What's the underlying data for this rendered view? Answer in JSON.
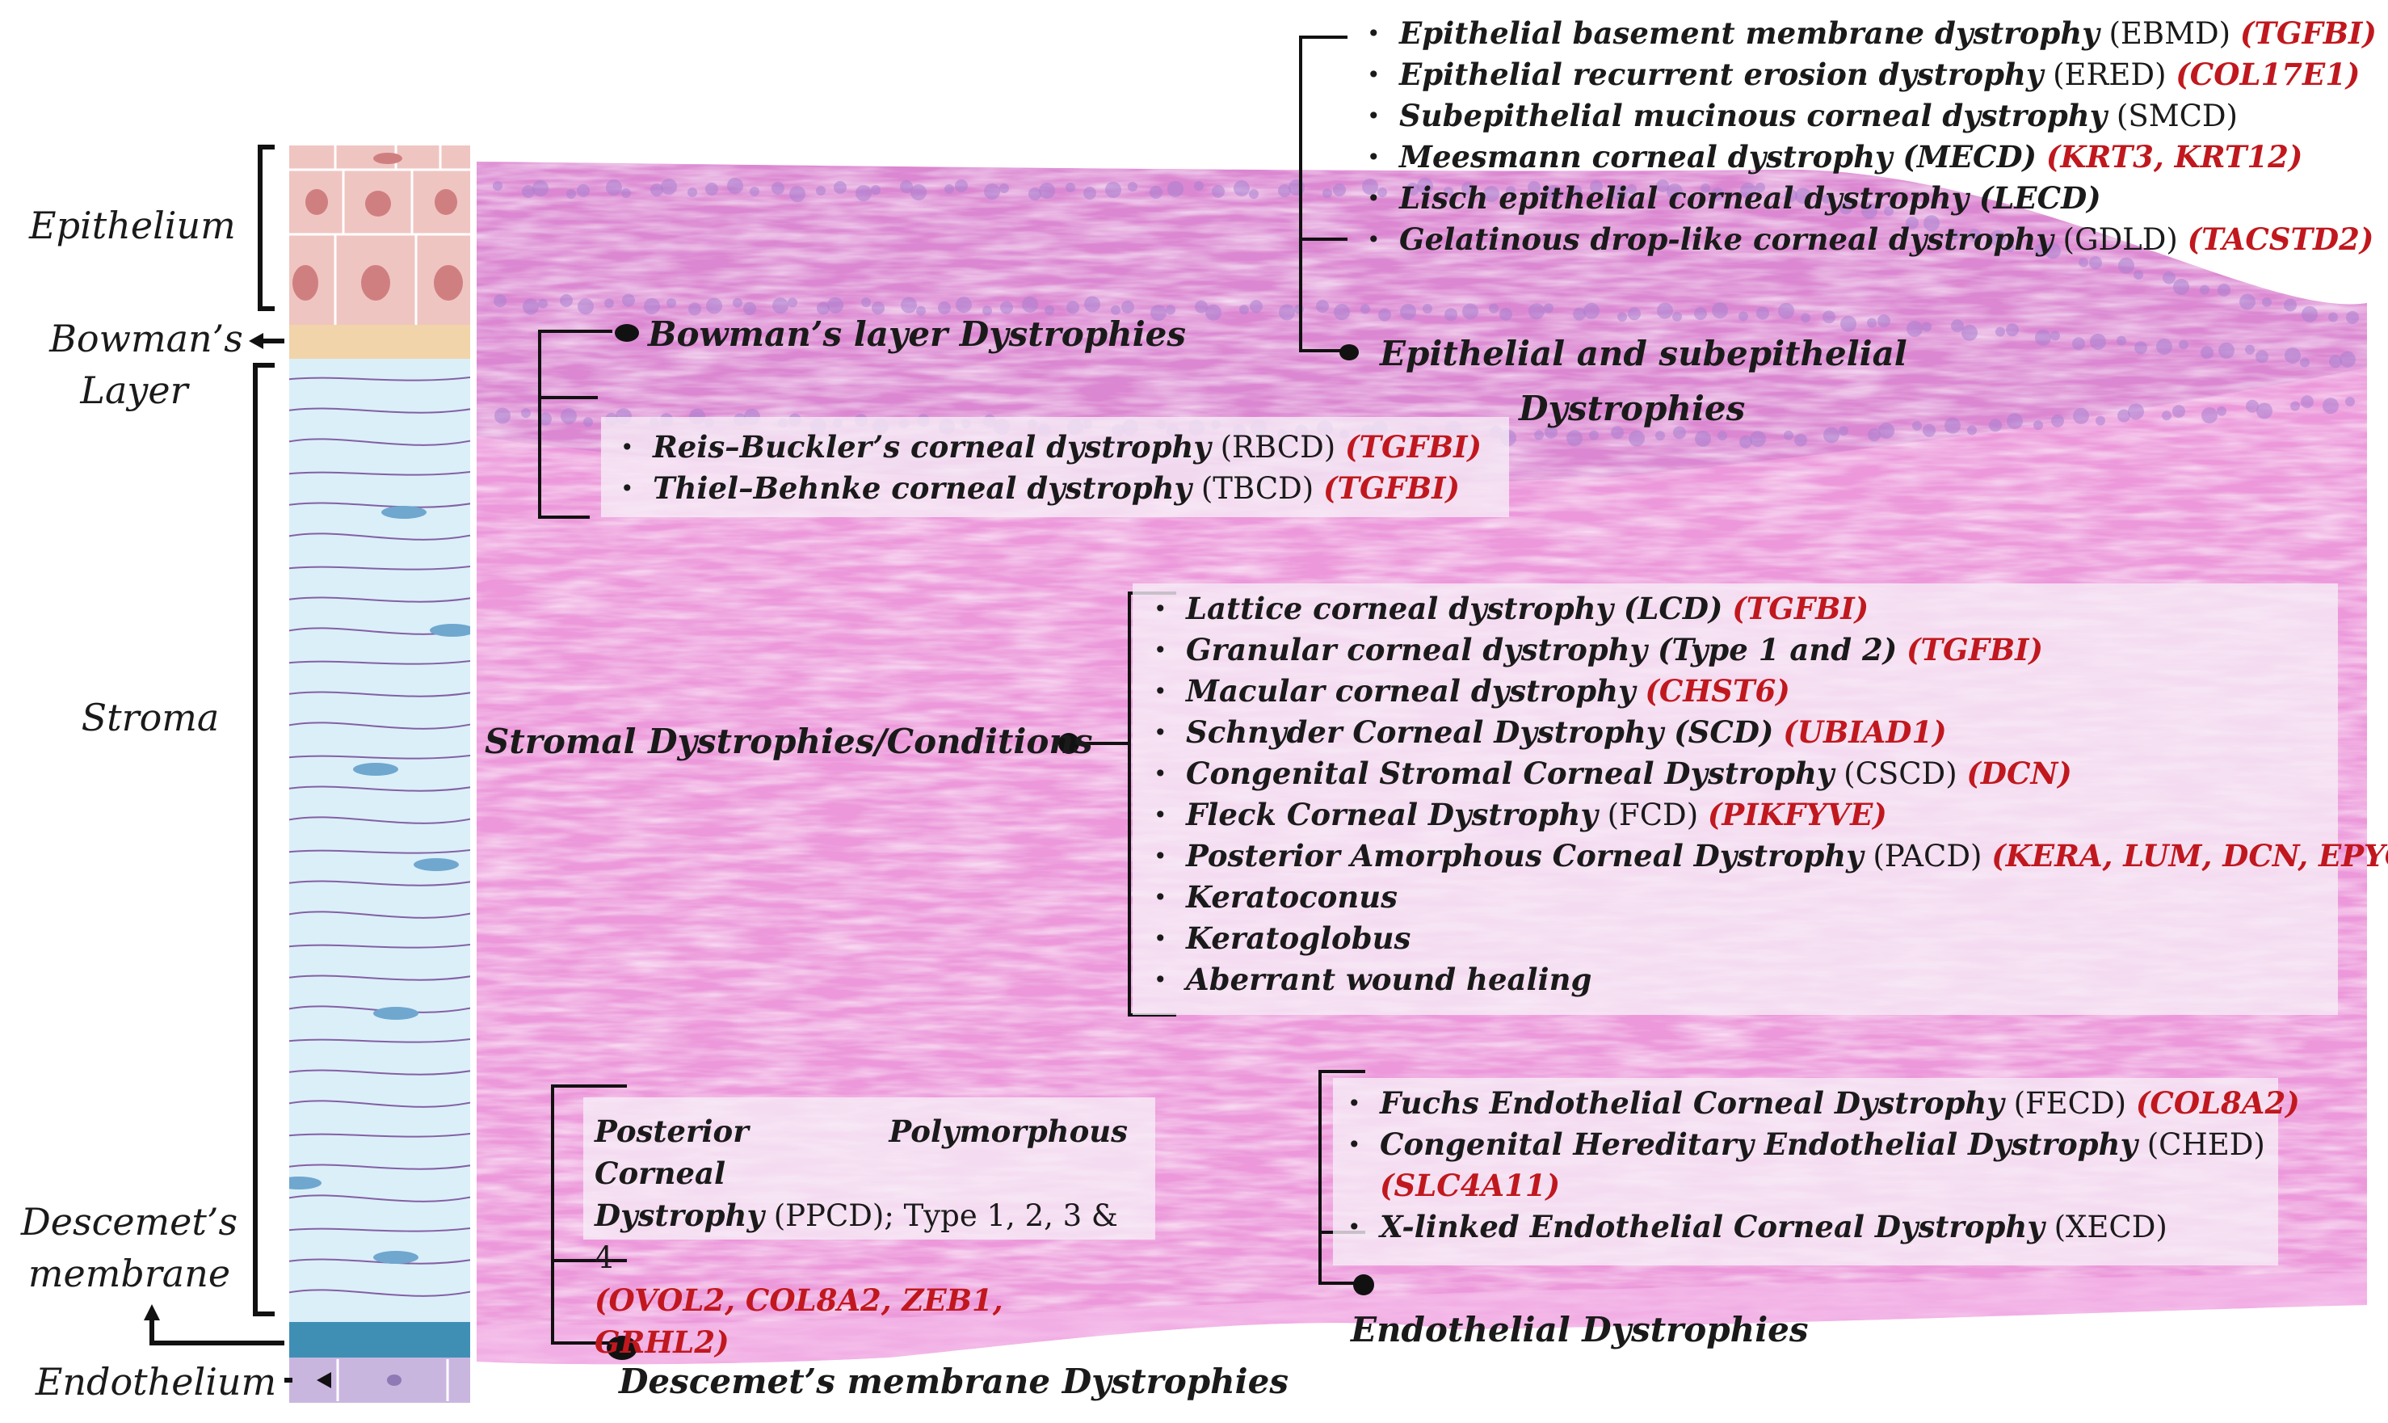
{
  "colors": {
    "gene_red": "#c0181e",
    "tissue_pink": "#ec98da",
    "epithelium_cells": "#efc5c2",
    "epithelium_nucleus": "#d07f80",
    "bowman": "#f2d4aa",
    "stroma": "#dbeff9",
    "stroma_fiber": "#6e3c8e",
    "descemet": "#3f8fb4",
    "endothelium": "#c9b6df"
  },
  "layers": {
    "epithelium": "Epithelium",
    "bowman_line1": "Bowman’s",
    "bowman_line2": "Layer",
    "stroma": "Stroma",
    "descemet_line1": "Descemet’s",
    "descemet_line2": "membrane",
    "endothelium": "Endothelium"
  },
  "groups": {
    "epithelial": {
      "title_line1": "Epithelial and subepithelial",
      "title_line2": "Dystrophies",
      "items": [
        {
          "name": "Epithelial basement membrane dystrophy",
          "abbr": "(EBMD)",
          "gene": "(TGFBI)"
        },
        {
          "name": "Epithelial recurrent erosion dystrophy",
          "abbr": "(ERED)",
          "gene": "(COL17E1)"
        },
        {
          "name": "Subepithelial mucinous corneal dystrophy",
          "abbr": "(SMCD)",
          "gene": ""
        },
        {
          "name": "Meesmann corneal dystrophy (MECD)",
          "abbr": "",
          "gene": "(KRT3, KRT12)"
        },
        {
          "name": "Lisch epithelial corneal dystrophy (LECD)",
          "abbr": "",
          "gene": ""
        },
        {
          "name": "Gelatinous drop-like corneal dystrophy",
          "abbr": "(GDLD)",
          "gene": "(TACSTD2)"
        }
      ]
    },
    "bowman": {
      "title": "Bowman’s layer Dystrophies",
      "items": [
        {
          "name": "Reis–Buckler’s corneal dystrophy",
          "abbr": "(RBCD)",
          "gene": "(TGFBI)"
        },
        {
          "name": "Thiel–Behnke corneal dystrophy",
          "abbr": "(TBCD)",
          "gene": "(TGFBI)"
        }
      ]
    },
    "stromal": {
      "title": "Stromal Dystrophies/Conditions",
      "items": [
        {
          "name": "Lattice corneal dystrophy (LCD)",
          "abbr": "",
          "gene": "(TGFBI)"
        },
        {
          "name": "Granular corneal dystrophy (Type 1 and 2)",
          "abbr": "",
          "gene": "(TGFBI)"
        },
        {
          "name": "Macular corneal dystrophy",
          "abbr": "",
          "gene": "(CHST6)"
        },
        {
          "name": "Schnyder Corneal Dystrophy (SCD)",
          "abbr": "",
          "gene": "(UBIAD1)"
        },
        {
          "name": "Congenital Stromal Corneal Dystrophy",
          "abbr": "(CSCD)",
          "gene": "(DCN)"
        },
        {
          "name": "Fleck Corneal Dystrophy",
          "abbr": "(FCD)",
          "gene": "(PIKFYVE)"
        },
        {
          "name": "Posterior Amorphous Corneal Dystrophy",
          "abbr": "(PACD)",
          "gene": "(KERA, LUM, DCN, EPYC)"
        },
        {
          "name": "Keratoconus",
          "abbr": "",
          "gene": ""
        },
        {
          "name": "Keratoglobus",
          "abbr": "",
          "gene": ""
        },
        {
          "name": "Aberrant wound healing",
          "abbr": "",
          "gene": ""
        }
      ]
    },
    "descemet": {
      "title": "Descemet’s membrane Dystrophies",
      "line1": "Posterior Polymorphous Corneal",
      "line2_name": "Dystrophy",
      "line2_rest": "(PPCD); Type 1, 2, 3 & 4",
      "genes": "(OVOL2, COL8A2, ZEB1, GRHL2)"
    },
    "endothelial": {
      "title": "Endothelial Dystrophies",
      "items": [
        {
          "name": "Fuchs Endothelial Corneal Dystrophy",
          "abbr": "(FECD)",
          "gene": "(COL8A2)"
        },
        {
          "name": "Congenital Hereditary Endothelial Dystrophy",
          "abbr": "(CHED)",
          "gene": ""
        },
        {
          "name": "",
          "abbr": "",
          "gene": "(SLC4A11)"
        },
        {
          "name": "X-linked Endothelial Corneal Dystrophy",
          "abbr": "(XECD)",
          "gene": ""
        }
      ]
    }
  }
}
